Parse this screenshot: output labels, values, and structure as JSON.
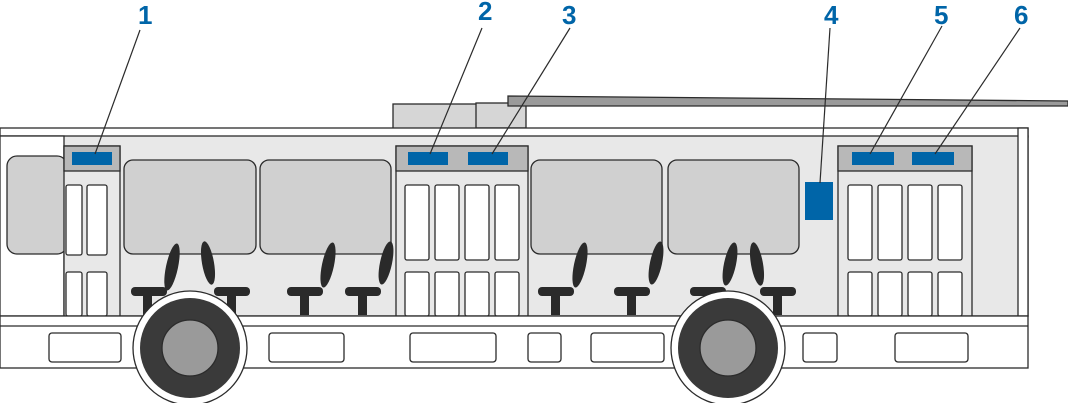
{
  "colors": {
    "callout_blue": "#0065a8",
    "body_fill": "#e8e8e8",
    "window_fill": "#d0d0d0",
    "header_fill": "#b8b8b8",
    "seat_dark": "#2a2a2a",
    "wheel_dark": "#3a3a3a",
    "hub_grey": "#9a9a9a"
  },
  "callouts": [
    {
      "label": "1"
    },
    {
      "label": "2"
    },
    {
      "label": "3"
    },
    {
      "label": "4"
    },
    {
      "label": "5"
    },
    {
      "label": "6"
    }
  ],
  "vehicle": {
    "type-icon": "trolleybus-icon"
  }
}
